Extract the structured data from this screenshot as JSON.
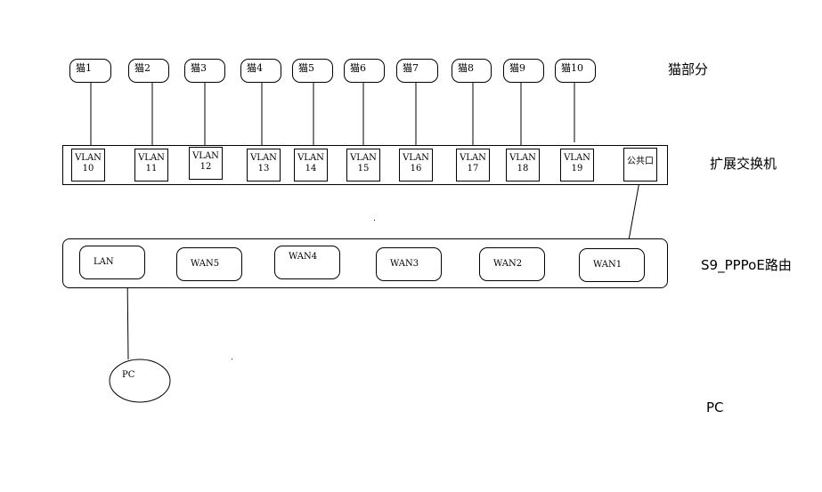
{
  "labels": {
    "modem_section": "猫部分",
    "switch_section": "扩展交换机",
    "router_section": "S9_PPPoE路由",
    "pc_section": "PC"
  },
  "modems": [
    "猫1",
    "猫2",
    "猫3",
    "猫4",
    "猫5",
    "猫6",
    "猫7",
    "猫8",
    "猫9",
    "猫10"
  ],
  "vlans": [
    {
      "name": "VLAN",
      "num": "10"
    },
    {
      "name": "VLAN",
      "num": "11"
    },
    {
      "name": "VLAN",
      "num": "12"
    },
    {
      "name": "VLAN",
      "num": "13"
    },
    {
      "name": "VLAN",
      "num": "14"
    },
    {
      "name": "VLAN",
      "num": "15"
    },
    {
      "name": "VLAN",
      "num": "16"
    },
    {
      "name": "VLAN",
      "num": "17"
    },
    {
      "name": "VLAN",
      "num": "18"
    },
    {
      "name": "VLAN",
      "num": "19"
    }
  ],
  "common_port": "公共口",
  "router_ports": [
    "LAN",
    "WAN5",
    "WAN4",
    "WAN3",
    "WAN2",
    "WAN1"
  ],
  "pc": "PC"
}
